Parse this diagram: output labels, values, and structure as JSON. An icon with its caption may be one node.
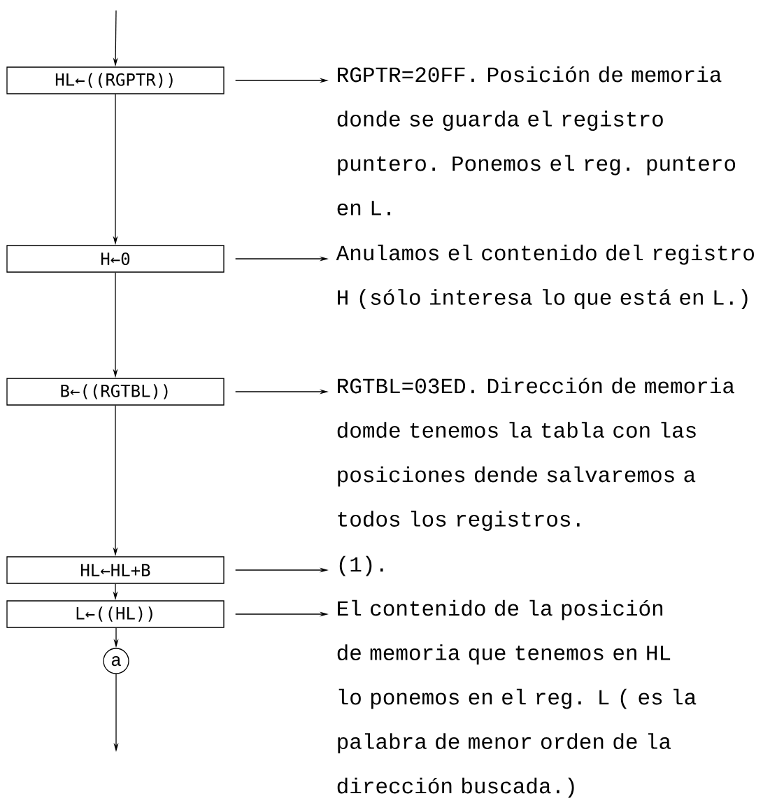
{
  "diagram": {
    "nodes": [
      {
        "text": [
          "HL←((RGPTR))"
        ]
      },
      {
        "text": [
          "H←0"
        ]
      },
      {
        "text": [
          "B←((RGTBL))"
        ]
      },
      {
        "text": [
          "HL←HL+B"
        ]
      },
      {
        "text": [
          "L←((HL))"
        ]
      },
      {
        "text": [
          "a"
        ]
      },
      {
        "text": [
          "RGPTR=20FF. Posición de memoria donde se guarda el registro puntero. Ponemos el reg. puntero en L."
        ]
      },
      {
        "text": [
          "Anulamos el contenido del registro H (sólo interesa lo que está en L.)"
        ]
      },
      {
        "text": [
          "RGTBL=03ED. Dirección de memoria domde tenemos la tabla con las posiciones dende salvaremos a todos los registros."
        ]
      },
      {
        "text": [
          "(1)."
        ]
      },
      {
        "text": [
          "El contenido de la posición de memoria que tenemos en HL lo ponemos en el reg. L ( es la palabra de menor orden de la dirección buscada.)"
        ]
      }
    ],
    "edges": [
      {
        "from": null,
        "to": 0,
        "arrow": "to"
      },
      {
        "from": 0,
        "to": 1,
        "arrow": "to"
      },
      {
        "from": 1,
        "to": 2,
        "arrow": "to"
      },
      {
        "from": 2,
        "to": 3,
        "arrow": "to"
      },
      {
        "from": 3,
        "to": 4,
        "arrow": "to"
      },
      {
        "from": 4,
        "to": 5,
        "arrow": "to"
      },
      {
        "from": 5,
        "to": null,
        "arrow": "to"
      },
      {
        "from": 0,
        "to": 6,
        "arrow": "to"
      },
      {
        "from": 1,
        "to": 7,
        "arrow": "to"
      },
      {
        "from": 2,
        "to": 8,
        "arrow": "to"
      },
      {
        "from": 3,
        "to": 9,
        "arrow": "to"
      },
      {
        "from": 4,
        "to": 10,
        "arrow": "to"
      }
    ]
  }
}
